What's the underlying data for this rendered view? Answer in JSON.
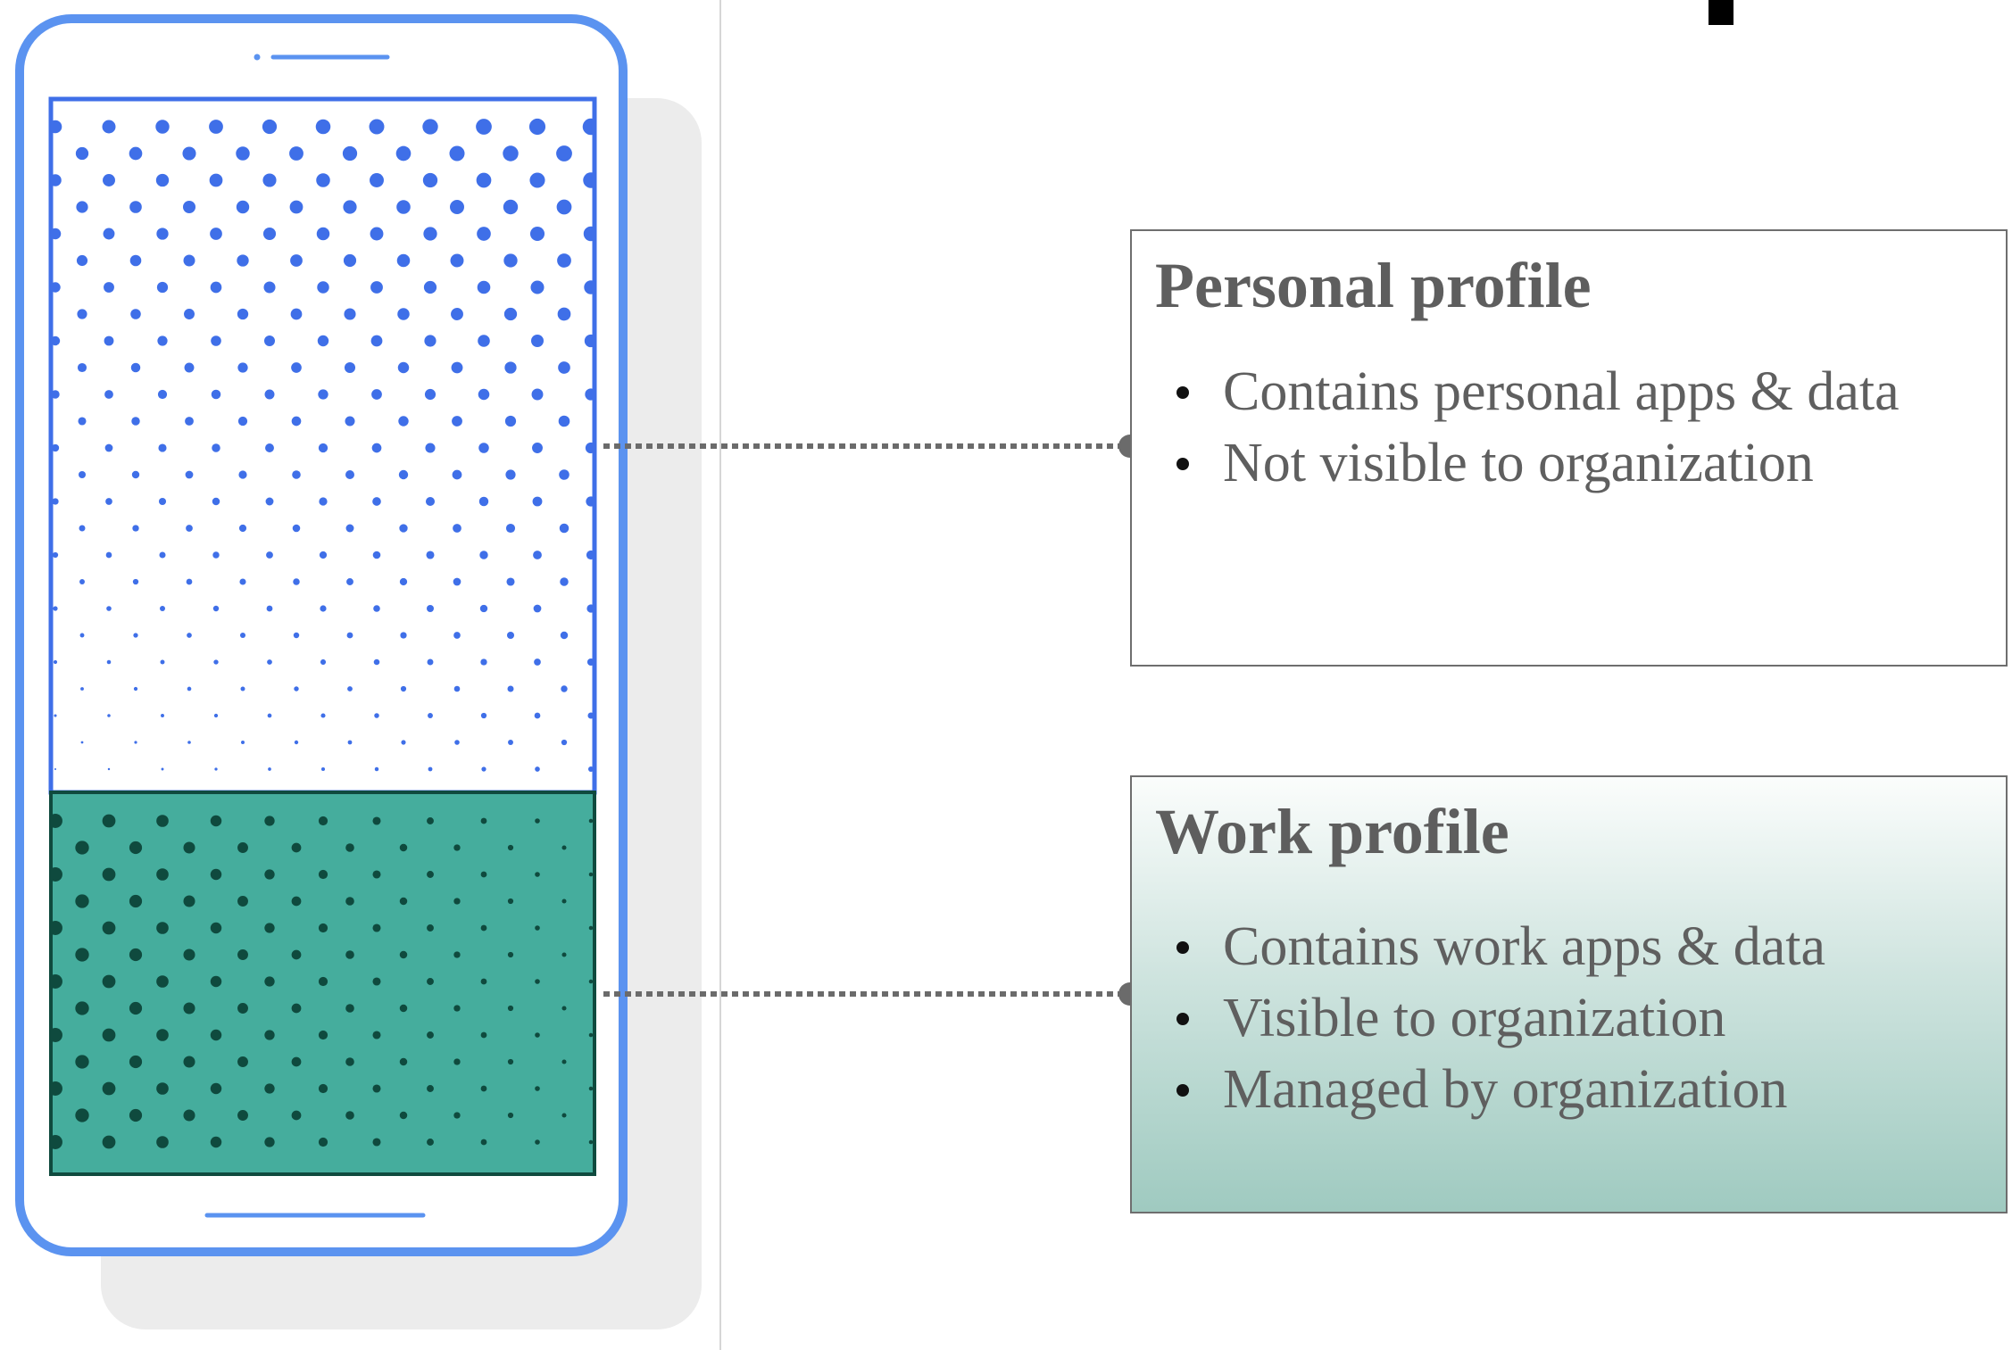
{
  "colors": {
    "phone_frame": "#5b93f0",
    "personal_dots": "#3f6fe8",
    "work_fill": "#45ad9d",
    "work_dots": "#0f4a3e",
    "shadow": "#ececec",
    "connector": "#6b6b6b"
  },
  "personal_profile": {
    "title": "Personal profile",
    "items": [
      "Contains personal apps & data",
      "Not visible to organization"
    ]
  },
  "work_profile": {
    "title": "Work profile",
    "items": [
      "Contains work apps & data",
      "Visible to organization",
      "Managed by organization"
    ]
  }
}
